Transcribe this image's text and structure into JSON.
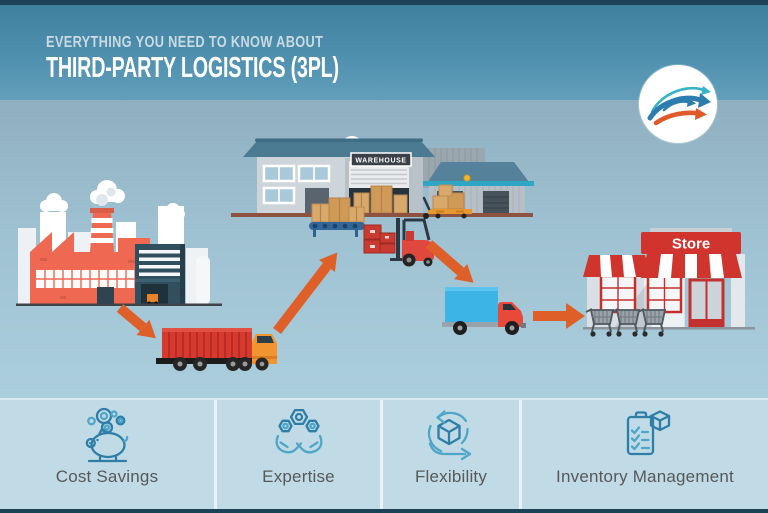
{
  "header": {
    "eyebrow": "EVERYTHING YOU NEED TO KNOW ABOUT",
    "title": "THIRD-PARTY LOGISTICS (3PL)"
  },
  "scene": {
    "warehouse_sign": "WAREHOUSE",
    "store_sign": "Store"
  },
  "features": [
    {
      "label": "Cost Savings",
      "icon": "piggy-bank-icon"
    },
    {
      "label": "Expertise",
      "icon": "hands-gears-icon"
    },
    {
      "label": "Flexibility",
      "icon": "cube-cycle-icon"
    },
    {
      "label": "Inventory Management",
      "icon": "clipboard-checklist-icon"
    }
  ],
  "colors": {
    "accent_orange": "#df5f28",
    "header_blue": "#4f90af",
    "navy_strip": "#1b4257",
    "panel_blue": "#c0dbe6",
    "icon_blue": "#2e7ea7"
  }
}
